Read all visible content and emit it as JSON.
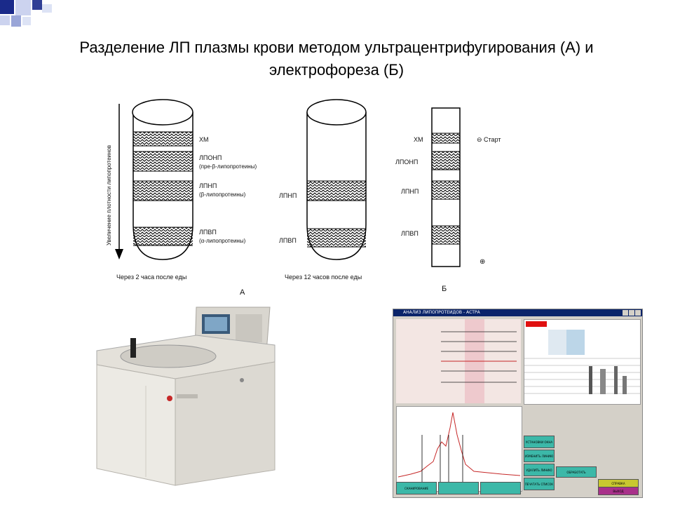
{
  "slide": {
    "title_line1": "Разделение ЛП плазмы крови методом ультрацентрифугирования (А) и",
    "title_line2": "электрофореза (Б)"
  },
  "diagram": {
    "axis_label": "Увеличение плотности липопротеинов",
    "tube1_labels": [
      "ХМ",
      "ЛПОНП",
      "(пре-β-липопротеины)",
      "ЛПНП",
      "(β-липопротеины)",
      "ЛПВП",
      "(α-липопротеины)"
    ],
    "tube1_caption": "Через 2 часа после еды",
    "tube2_labels": [
      "ЛПНП",
      "ЛПВП"
    ],
    "tube2_caption": "Через 12 часов после еды",
    "panel_a": "А",
    "electro_labels": [
      "ХМ",
      "ЛПОНП",
      "ЛПНП",
      "ЛПВП"
    ],
    "start_label": "⊖ Старт",
    "plus_sign": "⊕",
    "panel_b": "Б"
  },
  "screenshot": {
    "window_title": "АНАЛИЗ ЛИПОПРОТЕИДОВ - АСТРА",
    "buttons": [
      {
        "label": "УСТАНОВКИ ОКНА",
        "color": "#3cb8a8"
      },
      {
        "label": "ИЗМЕНИТЬ ЛИНИЮ",
        "color": "#3cb8a8"
      },
      {
        "label": "УДАЛИТЬ ЛИНИЮ",
        "color": "#3cb8a8"
      },
      {
        "label": "ПЕЧАТАТЬ СПИСОК",
        "color": "#3cb8a8"
      },
      {
        "label": "ОБРАБОТАТЬ",
        "color": "#3cb8a8"
      },
      {
        "label": "СПРАВКА",
        "color": "#c8c830"
      },
      {
        "label": "ВЫХОД",
        "color": "#a8308a"
      },
      {
        "label": "СКАНИРОВАНИЕ",
        "color": "#3cb8a8"
      }
    ],
    "accent_red": "#e01010"
  },
  "icons": {
    "corner": "blue-squares-decoration",
    "centrifuge": "centrifuge-photo"
  }
}
